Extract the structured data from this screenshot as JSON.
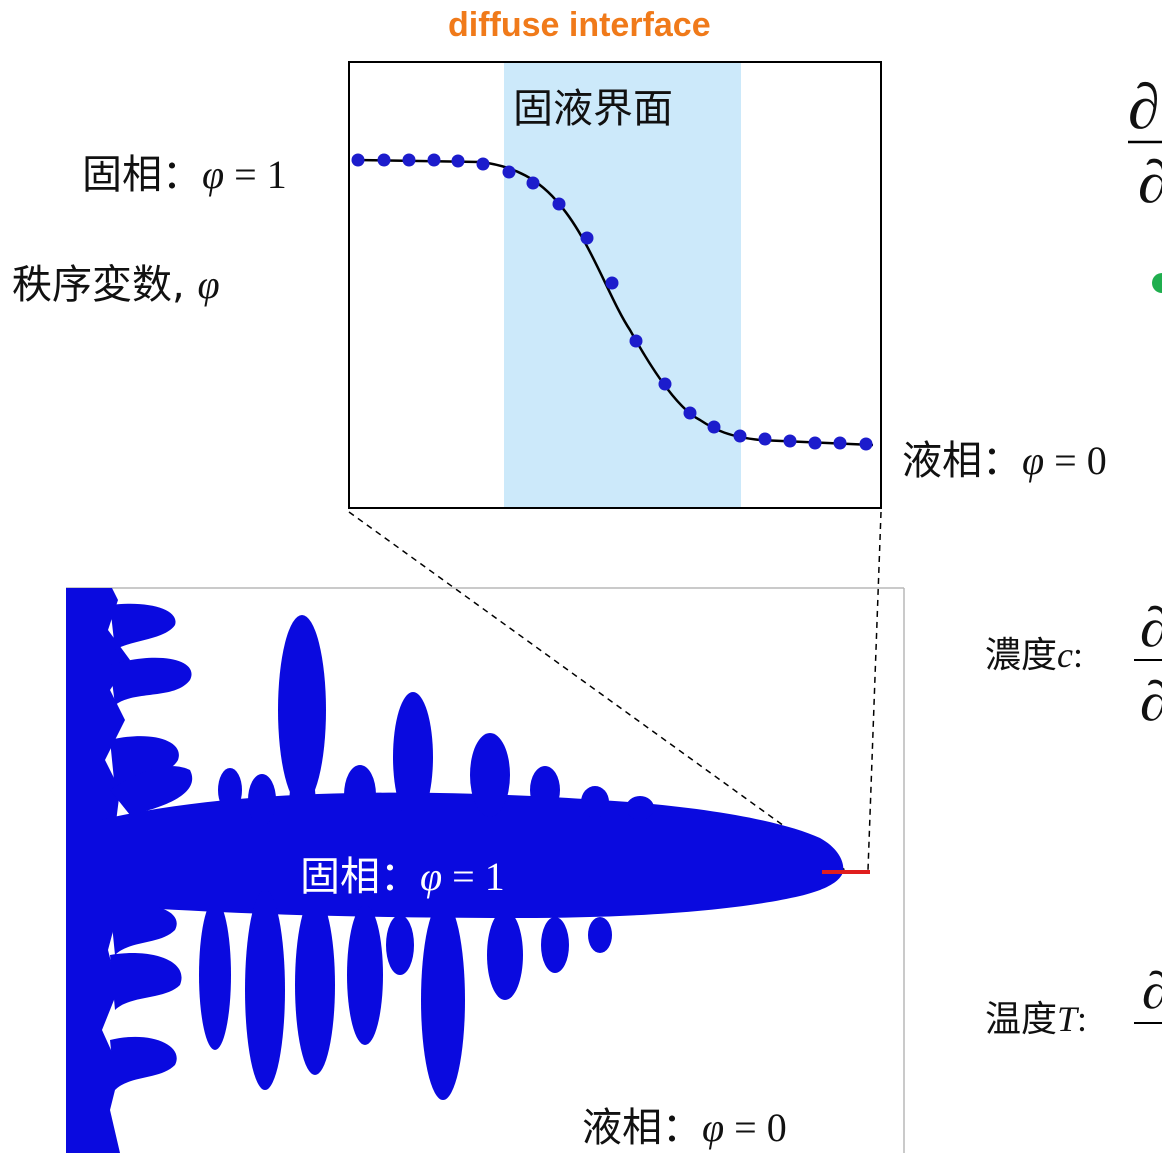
{
  "header": {
    "title": "diffuse interface"
  },
  "profile_plot": {
    "interface_label": "固液界面",
    "solid_label": {
      "prefix": "固相：",
      "symbol": "φ",
      "eq": " = ",
      "value": "1"
    },
    "liquid_label": {
      "prefix": "液相：",
      "symbol": "φ",
      "eq": " = ",
      "value": "0"
    },
    "ylabel": {
      "text": "秩序変数, ",
      "symbol": "φ"
    },
    "colors": {
      "band": "#cce9fa",
      "points": "#1c1ccc",
      "curve": "#000000"
    }
  },
  "dendrite_panel": {
    "solid_label": {
      "prefix": "固相：",
      "symbol": "φ",
      "eq": " = ",
      "value": "1"
    },
    "liquid_label": {
      "prefix": "液相：",
      "symbol": "φ",
      "eq": " = ",
      "value": "0"
    },
    "colors": {
      "solid": "#0a0adf",
      "marker": "#e01e1e"
    }
  },
  "equations": {
    "concentration_label": {
      "text": "濃度",
      "symbol": "c",
      "colon": ":"
    },
    "temperature_label": {
      "text": "温度",
      "symbol": "T",
      "colon": ":"
    },
    "partial_symbol": "∂",
    "green_marker_color": "#1fae4e"
  }
}
